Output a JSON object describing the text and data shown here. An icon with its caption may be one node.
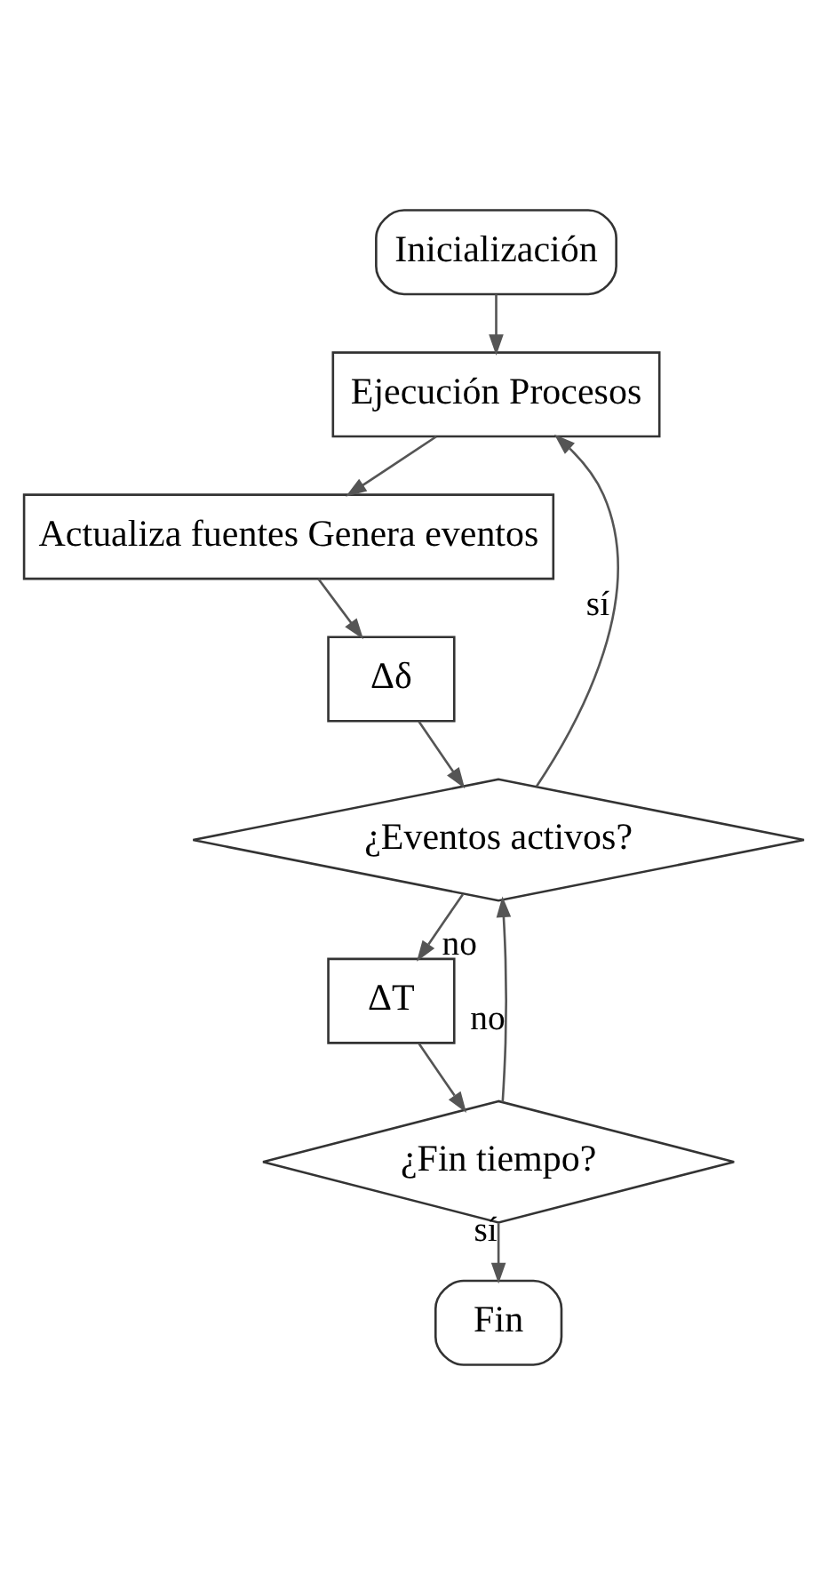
{
  "diagram": {
    "nodes": [
      {
        "text": [
          "Inicialización"
        ]
      },
      {
        "text": [
          "Ejecución Procesos"
        ]
      },
      {
        "text": [
          "Actualiza fuentes Genera eventos"
        ]
      },
      {
        "text": [
          "Δδ"
        ]
      },
      {
        "text": [
          "¿Eventos activos?"
        ]
      },
      {
        "text": [
          "ΔT"
        ]
      },
      {
        "text": [
          "¿Fin tiempo?"
        ]
      },
      {
        "text": [
          "Fin"
        ]
      }
    ],
    "edges": [
      {
        "from": 0,
        "to": 1,
        "arrow": "to"
      },
      {
        "from": 1,
        "to": 2,
        "arrow": "to"
      },
      {
        "from": 2,
        "to": 3,
        "arrow": "to"
      },
      {
        "from": 3,
        "to": 4,
        "arrow": "to"
      },
      {
        "from": 4,
        "to": 5,
        "arrow": "to",
        "label": "no"
      },
      {
        "from": 5,
        "to": 6,
        "arrow": "to"
      },
      {
        "from": 6,
        "to": 7,
        "arrow": "to",
        "label": "sí"
      },
      {
        "from": 6,
        "to": 4,
        "arrow": "to",
        "label": "no"
      },
      {
        "from": 4,
        "to": 1,
        "arrow": "to",
        "label": "sí"
      }
    ]
  }
}
